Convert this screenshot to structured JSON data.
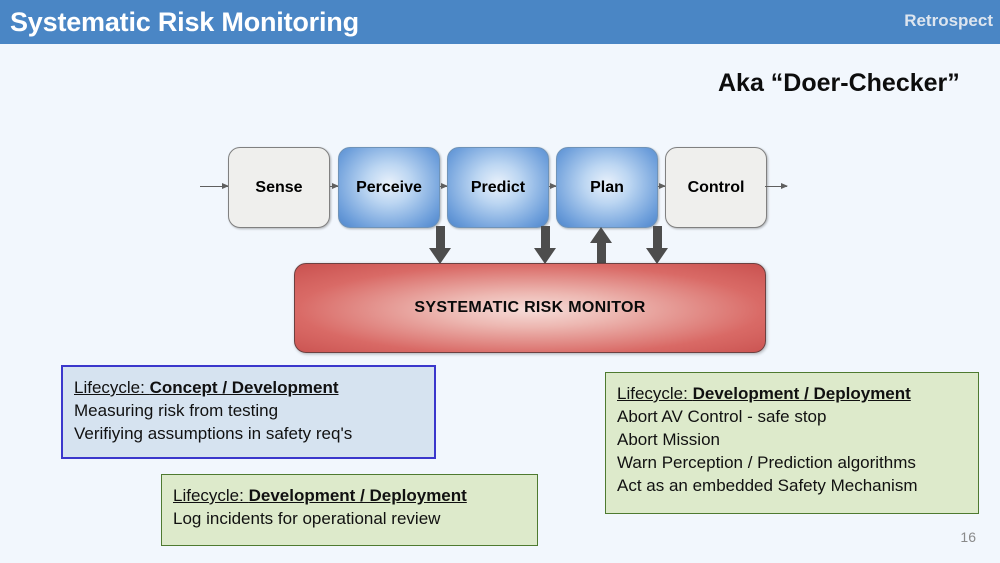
{
  "header": {
    "title": "Systematic Risk Monitoring",
    "deck_label": "Retrospect",
    "bar_color": "#4a86c5",
    "title_color": "#ffffff"
  },
  "subtitle": "Aka “Doer-Checker”",
  "slide_background": "#f2f7fd",
  "diagram": {
    "pipeline": [
      {
        "label": "Sense",
        "style": "grey"
      },
      {
        "label": "Perceive",
        "style": "blue"
      },
      {
        "label": "Predict",
        "style": "blue"
      },
      {
        "label": "Plan",
        "style": "blue"
      },
      {
        "label": "Control",
        "style": "grey"
      }
    ],
    "monitor": {
      "label": "SYSTEMATIC RISK MONITOR",
      "fill_center": "#f6dcd8",
      "fill_edge": "#c9514f"
    },
    "vertical_arrows": [
      {
        "name": "perceive-to-monitor",
        "direction": "down"
      },
      {
        "name": "predict-to-monitor",
        "direction": "down"
      },
      {
        "name": "monitor-to-plan",
        "direction": "up"
      },
      {
        "name": "plan-to-monitor",
        "direction": "down"
      }
    ],
    "side_arrows": [
      {
        "name": "monitor-output-left",
        "direction": "left"
      },
      {
        "name": "monitor-output-right",
        "direction": "right"
      }
    ]
  },
  "callouts": {
    "blue": {
      "border_color": "#3b37cc",
      "fill_color": "#d6e3f0",
      "heading_prefix": "Lifecycle: ",
      "heading_bold": "Concept / Development",
      "lines": [
        "Measuring risk from testing",
        "Verifiying assumptions in safety req's"
      ]
    },
    "green_right": {
      "border_color": "#4e7a30",
      "fill_color": "#ddeacb",
      "heading_prefix": "Lifecycle: ",
      "heading_bold": "Development / Deployment",
      "lines": [
        "Abort AV Control - safe stop",
        "Abort Mission",
        "Warn Perception / Prediction algorithms",
        "Act as an embedded Safety Mechanism"
      ]
    },
    "green_bottom": {
      "border_color": "#4e7a30",
      "fill_color": "#ddeacb",
      "heading_prefix": "Lifecycle: ",
      "heading_bold": "Development / Deployment",
      "lines": [
        "Log incidents for operational review"
      ]
    }
  },
  "page_number": "16"
}
